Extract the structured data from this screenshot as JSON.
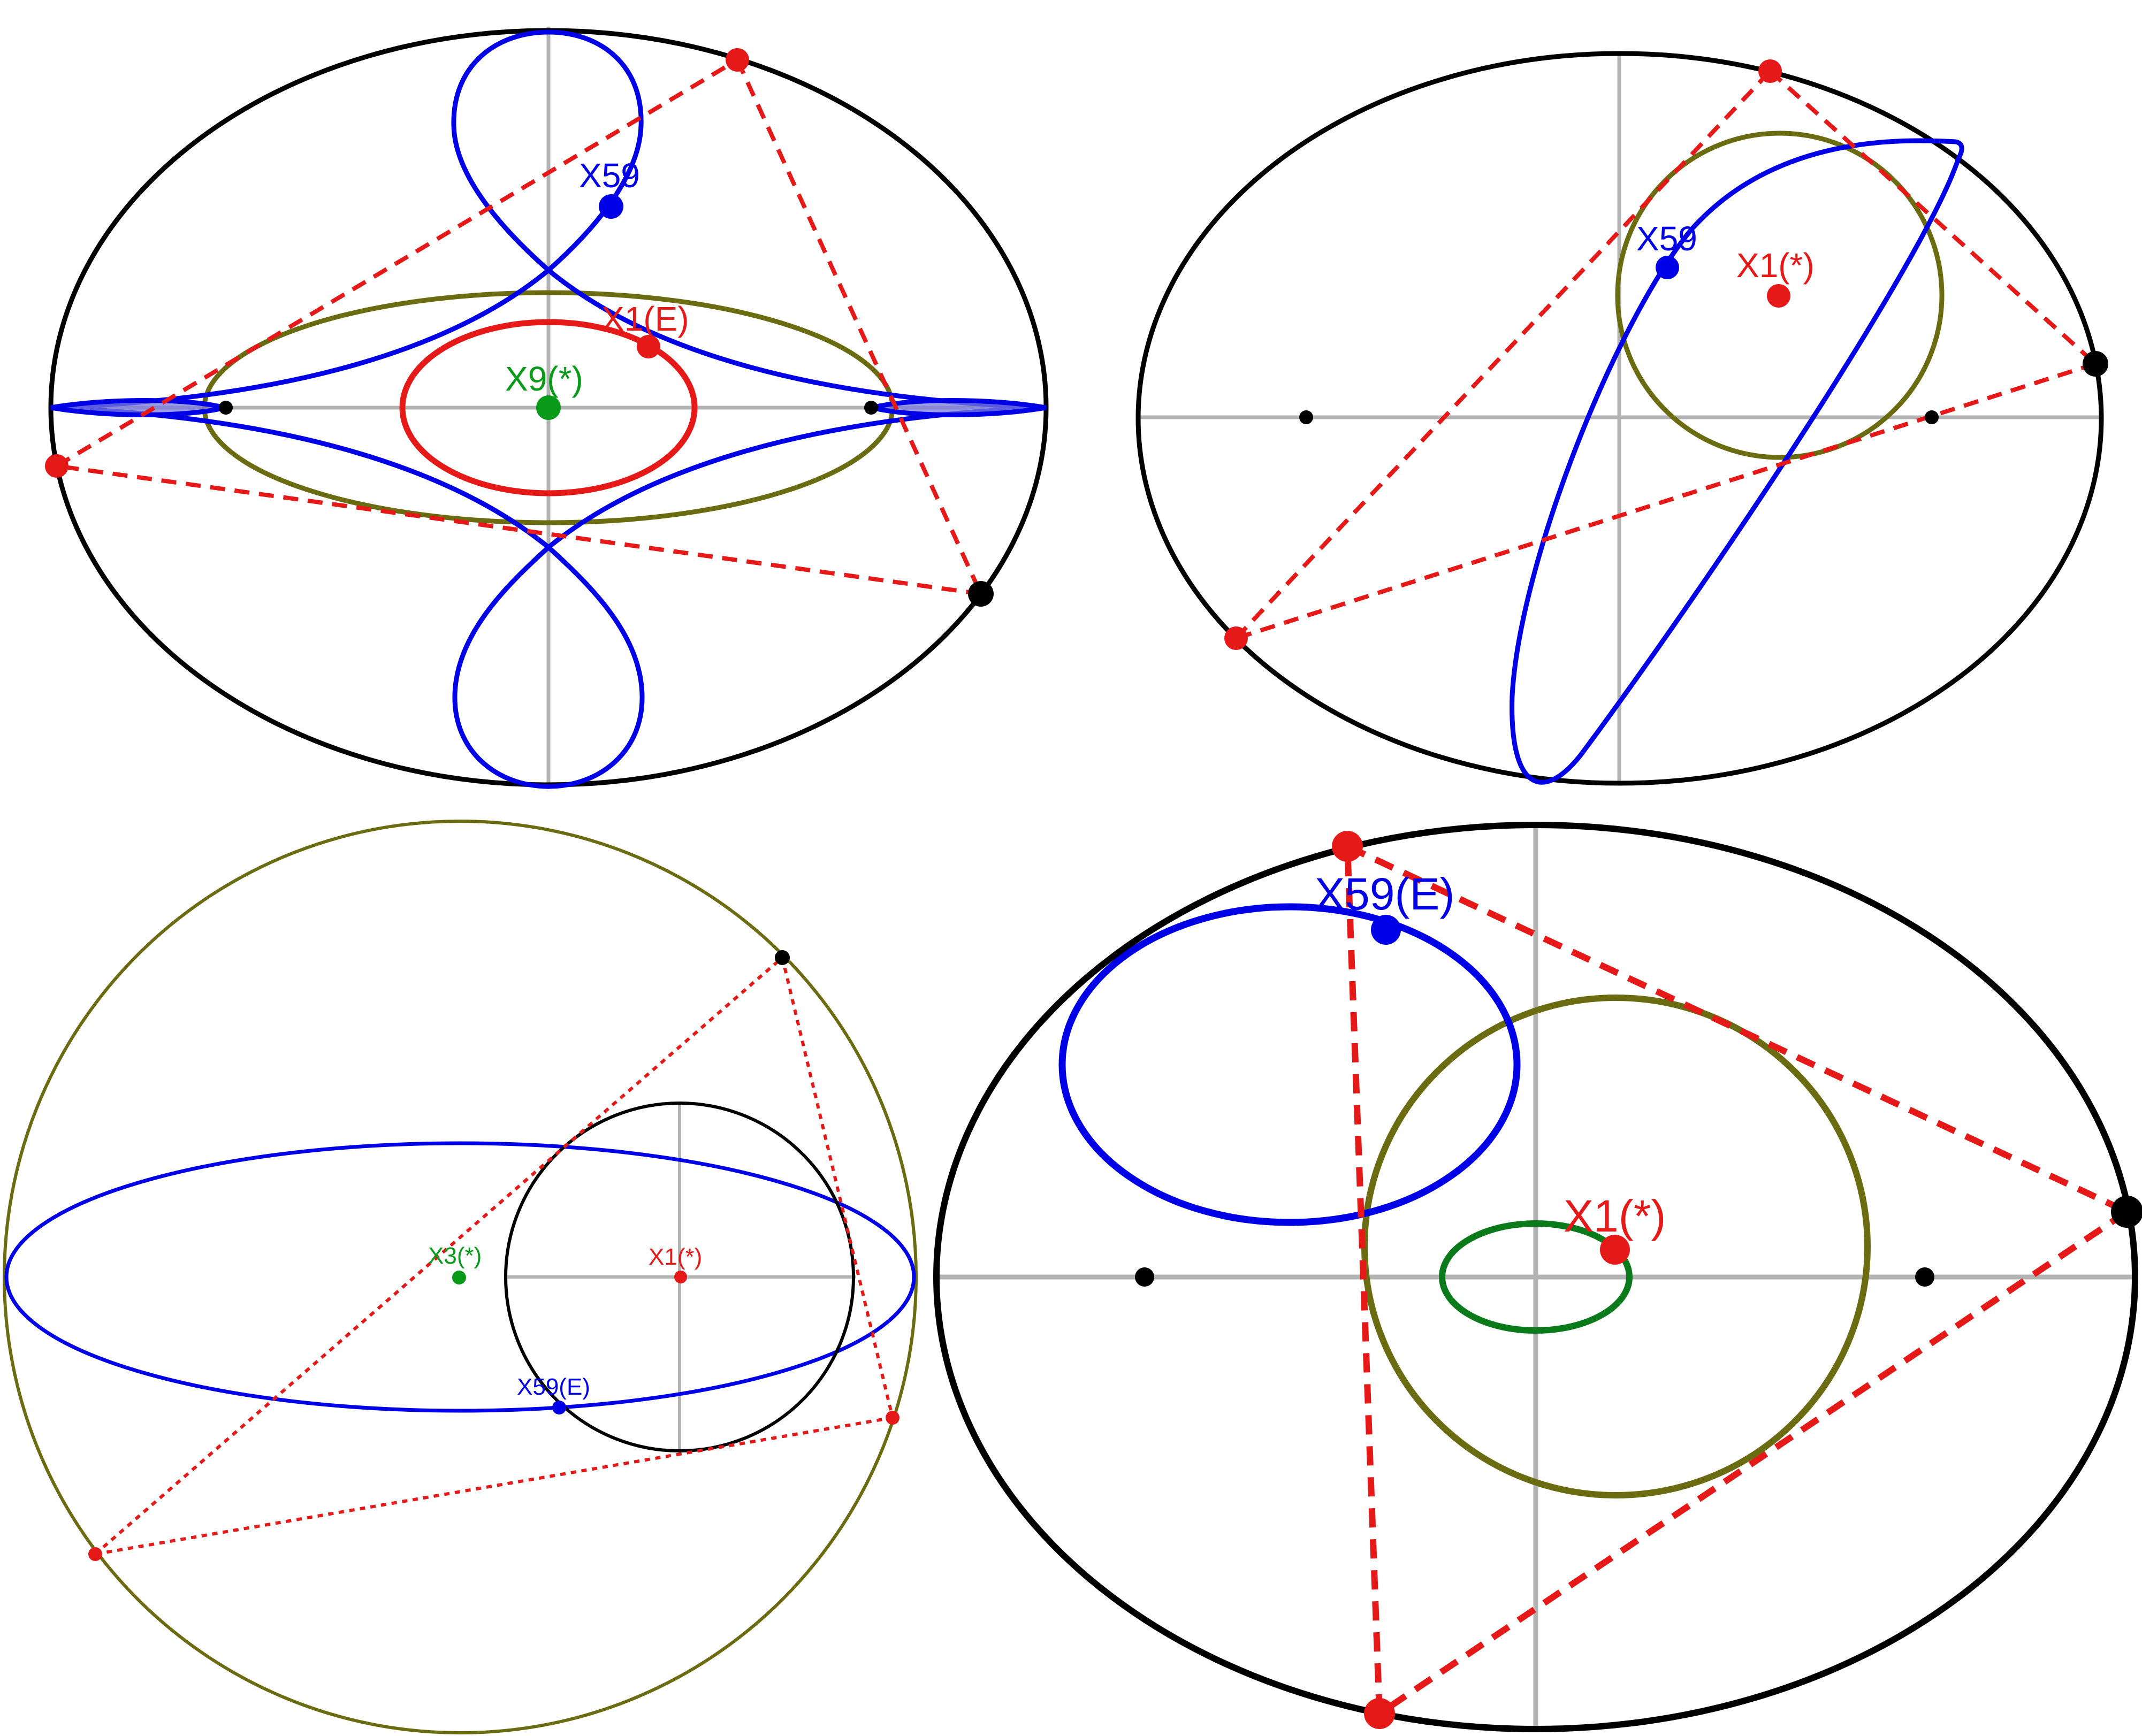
{
  "colors": {
    "axis": "#b3b3b3",
    "ellipse": "#000000",
    "olive": "#6b6b12",
    "blue": "#0000e6",
    "red": "#e61919",
    "green": "#0a9a1a",
    "dark_green": "#0a7a1a",
    "fill_blue": "#7a7ae0"
  },
  "panels": {
    "top_left": {
      "label_x59": "X59",
      "label_x1e": "X1(E)",
      "label_x9": "X9(*)"
    },
    "top_right": {
      "label_x59": "X59",
      "label_x1": "X1(*)"
    },
    "bottom_left": {
      "label_x3": "X3(*)",
      "label_x1": "X1(*)",
      "label_x59e": "X59(E)"
    },
    "bottom_right": {
      "label_x59e": "X59(E)",
      "label_x1": "X1(*)"
    }
  }
}
